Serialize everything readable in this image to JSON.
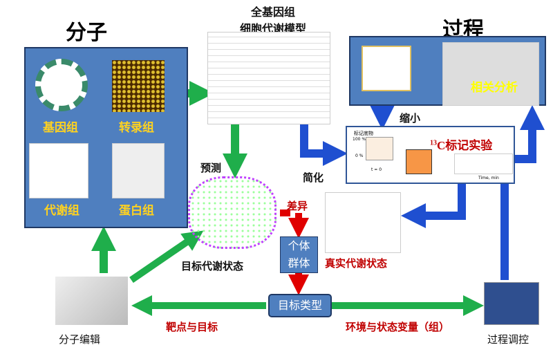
{
  "molecule": {
    "title": "分子",
    "genome": "基因组",
    "transcriptome": "转录组",
    "metabolome": "代谢组",
    "proteome": "蛋白组"
  },
  "model": {
    "line1": "全基因组",
    "line2": "细胞代谢模型"
  },
  "process": {
    "title": "过程",
    "correlation": "相关分析"
  },
  "labels": {
    "shrink": "缩小",
    "simplify": "简化",
    "predict": "预测",
    "difference": "差异",
    "individual": "个体",
    "population": "群体",
    "real_state": "真实代谢状态",
    "target_state": "目标代谢状态",
    "target_type": "目标类型",
    "targets": "靶点与目标",
    "env_vars": "环境与状态变量（组）",
    "mol_edit": "分子编辑",
    "process_control": "过程调控"
  },
  "labeling": {
    "title_sup": "13",
    "title": "C标记实验",
    "substrate": "标记底物",
    "pct100": "100 %",
    "pct0": "0 %",
    "t0": "t = 0",
    "time_axis": "Time, min"
  },
  "colors": {
    "green": "#1fae4b",
    "blue": "#1f4fd0",
    "red": "#e00000",
    "box": "#4f7fbf"
  }
}
